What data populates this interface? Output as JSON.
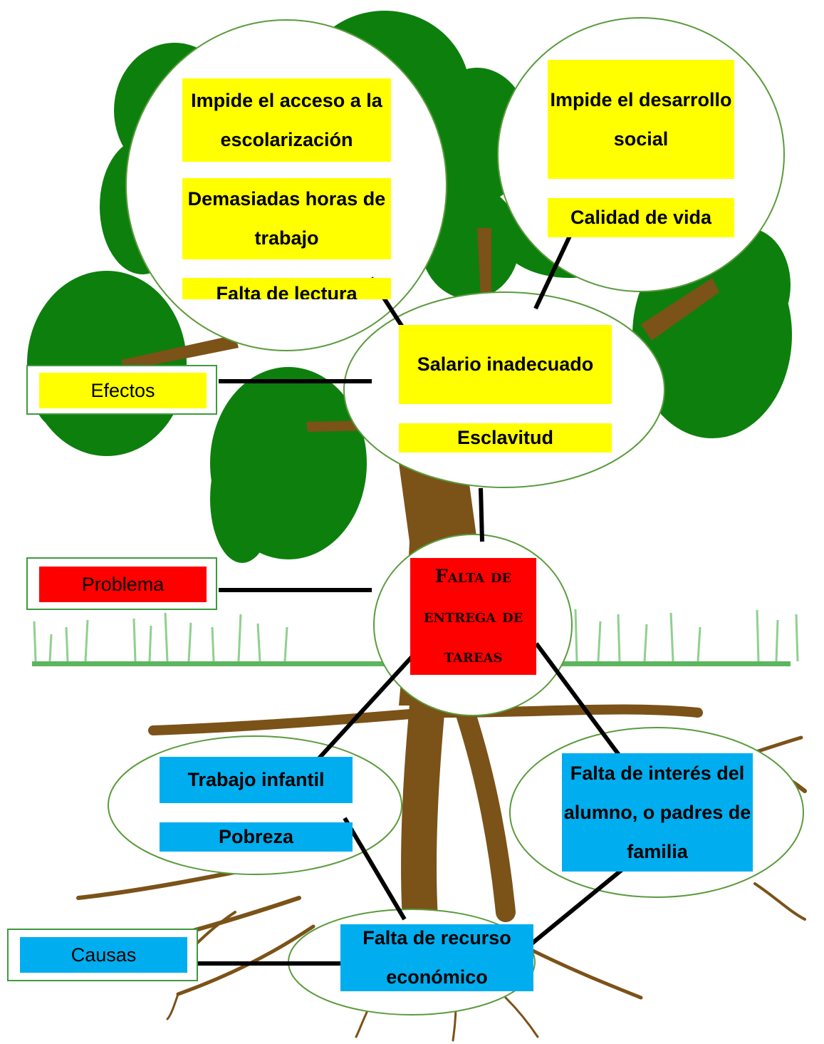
{
  "colors": {
    "foliage": "#0d7f0d",
    "foliage_dark": "#0a6e0a",
    "trunk": "#7b5218",
    "grass": "#5db55d",
    "circle_stroke": "#5a9b3c",
    "effects": "#ffff00",
    "problem": "#ff0000",
    "causes": "#00aeef"
  },
  "legend": {
    "effects": "Efectos",
    "problem": "Problema",
    "causes": "Causas"
  },
  "effects": {
    "left_circle": [
      "Impide el acceso a la escolarización",
      "Demasiadas horas de trabajo",
      "Falta de lectura"
    ],
    "right_circle": [
      "Impide el desarrollo social",
      "Calidad de vida"
    ],
    "center_circle": [
      "Salario inadecuado",
      "Esclavitud"
    ]
  },
  "problem": "Falta de entrega de tareas",
  "causes": {
    "left_circle": [
      "Trabajo infantil",
      "Pobreza"
    ],
    "right_circle": "Falta de interés del alumno, o padres de familia",
    "bottom_circle": "Falta de recurso económico"
  }
}
